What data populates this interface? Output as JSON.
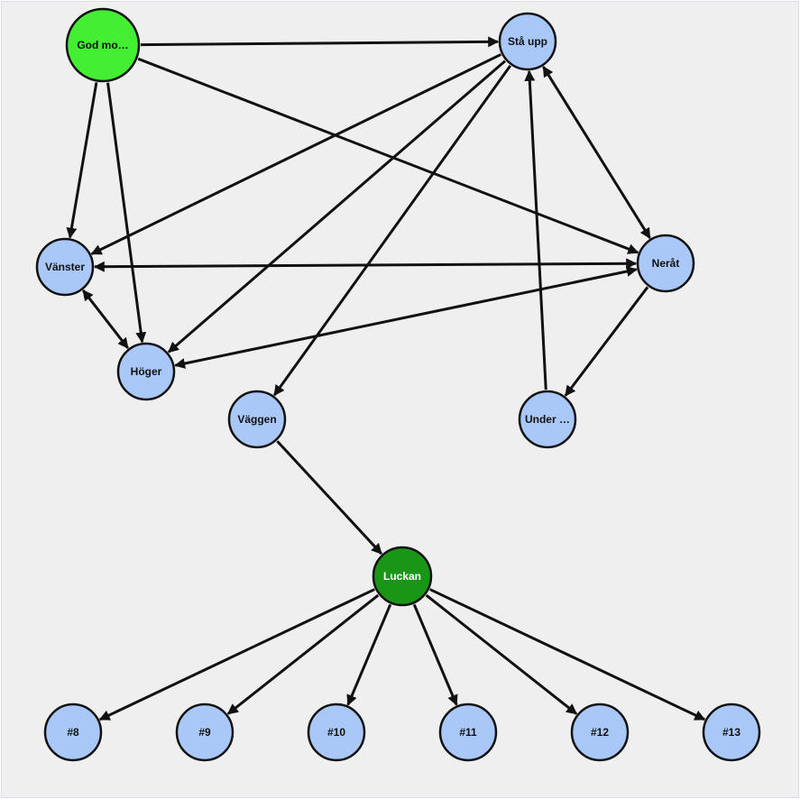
{
  "nodes": [
    {
      "id": "god",
      "label": "God mo…",
      "color": "#44ee33"
    },
    {
      "id": "sta",
      "label": "Stå upp",
      "color": "#a9c8f8"
    },
    {
      "id": "vanster",
      "label": "Vänster",
      "color": "#a9c8f8"
    },
    {
      "id": "nerat",
      "label": "Neråt",
      "color": "#a9c8f8"
    },
    {
      "id": "hoger",
      "label": "Höger",
      "color": "#a9c8f8"
    },
    {
      "id": "vaggen",
      "label": "Väggen",
      "color": "#a9c8f8"
    },
    {
      "id": "under",
      "label": "Under …",
      "color": "#a9c8f8"
    },
    {
      "id": "luckan",
      "label": "Luckan",
      "color": "#1a9616"
    },
    {
      "id": "n8",
      "label": "#8",
      "color": "#a9c8f8"
    },
    {
      "id": "n9",
      "label": "#9",
      "color": "#a9c8f8"
    },
    {
      "id": "n10",
      "label": "#10",
      "color": "#a9c8f8"
    },
    {
      "id": "n11",
      "label": "#11",
      "color": "#a9c8f8"
    },
    {
      "id": "n12",
      "label": "#12",
      "color": "#a9c8f8"
    },
    {
      "id": "n13",
      "label": "#13",
      "color": "#a9c8f8"
    }
  ],
  "edges": [
    {
      "from": "god",
      "to": "sta",
      "bidirectional": false
    },
    {
      "from": "god",
      "to": "nerat",
      "bidirectional": false
    },
    {
      "from": "god",
      "to": "vanster",
      "bidirectional": false
    },
    {
      "from": "god",
      "to": "hoger",
      "bidirectional": false
    },
    {
      "from": "sta",
      "to": "vanster",
      "bidirectional": false
    },
    {
      "from": "sta",
      "to": "hoger",
      "bidirectional": false
    },
    {
      "from": "sta",
      "to": "vaggen",
      "bidirectional": false
    },
    {
      "from": "sta",
      "to": "nerat",
      "bidirectional": true
    },
    {
      "from": "under",
      "to": "sta",
      "bidirectional": false
    },
    {
      "from": "vanster",
      "to": "nerat",
      "bidirectional": true
    },
    {
      "from": "vanster",
      "to": "hoger",
      "bidirectional": true
    },
    {
      "from": "nerat",
      "to": "hoger",
      "bidirectional": true
    },
    {
      "from": "nerat",
      "to": "under",
      "bidirectional": false
    },
    {
      "from": "vaggen",
      "to": "luckan",
      "bidirectional": false
    },
    {
      "from": "luckan",
      "to": "n8",
      "bidirectional": false
    },
    {
      "from": "luckan",
      "to": "n9",
      "bidirectional": false
    },
    {
      "from": "luckan",
      "to": "n10",
      "bidirectional": false
    },
    {
      "from": "luckan",
      "to": "n11",
      "bidirectional": false
    },
    {
      "from": "luckan",
      "to": "n12",
      "bidirectional": false
    },
    {
      "from": "luckan",
      "to": "n13",
      "bidirectional": false
    }
  ],
  "colors": {
    "background": "#efefef",
    "stroke": "#111111",
    "edge": "#111111",
    "label_dark": "#111111",
    "label_light": "#ffffff"
  }
}
